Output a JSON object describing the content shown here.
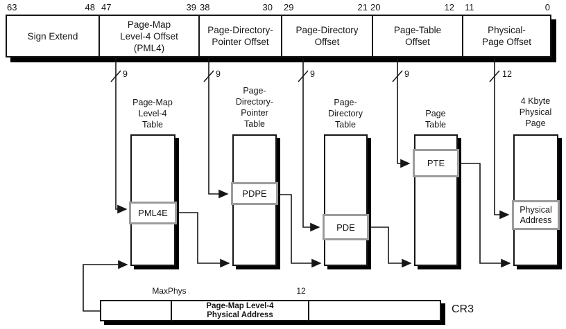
{
  "bit_numbers": [
    "63",
    "48",
    "47",
    "39",
    "38",
    "30",
    "29",
    "21",
    "20",
    "12",
    "11",
    "0"
  ],
  "fields": [
    {
      "label": "Sign Extend"
    },
    {
      "label": "Page-Map\nLevel-4 Offset\n(PML4)"
    },
    {
      "label": "Page-Directory-\nPointer Offset"
    },
    {
      "label": "Page-Directory\nOffset"
    },
    {
      "label": "Page-Table\nOffset"
    },
    {
      "label": "Physical-\nPage Offset"
    }
  ],
  "bus_widths": [
    "9",
    "9",
    "9",
    "9",
    "12"
  ],
  "tables": [
    {
      "title": "Page-Map\nLevel-4\nTable",
      "entry": "PML4E"
    },
    {
      "title": "Page-\nDirectory-\nPointer\nTable",
      "entry": "PDPE"
    },
    {
      "title": "Page-\nDirectory\nTable",
      "entry": "PDE"
    },
    {
      "title": "Page\nTable",
      "entry": "PTE"
    },
    {
      "title": "4 Kbyte\nPhysical\nPage",
      "entry": "Physical\nAddress"
    }
  ],
  "cr3": {
    "register_label": "CR3",
    "max_phys_label": "MaxPhys",
    "bit12_label": "12",
    "middle_field": "Page-Map Level-4\nPhysical Address"
  },
  "colors": {
    "line": "#161616",
    "entry_border": "#9c9c9c",
    "background": "#ffffff"
  }
}
